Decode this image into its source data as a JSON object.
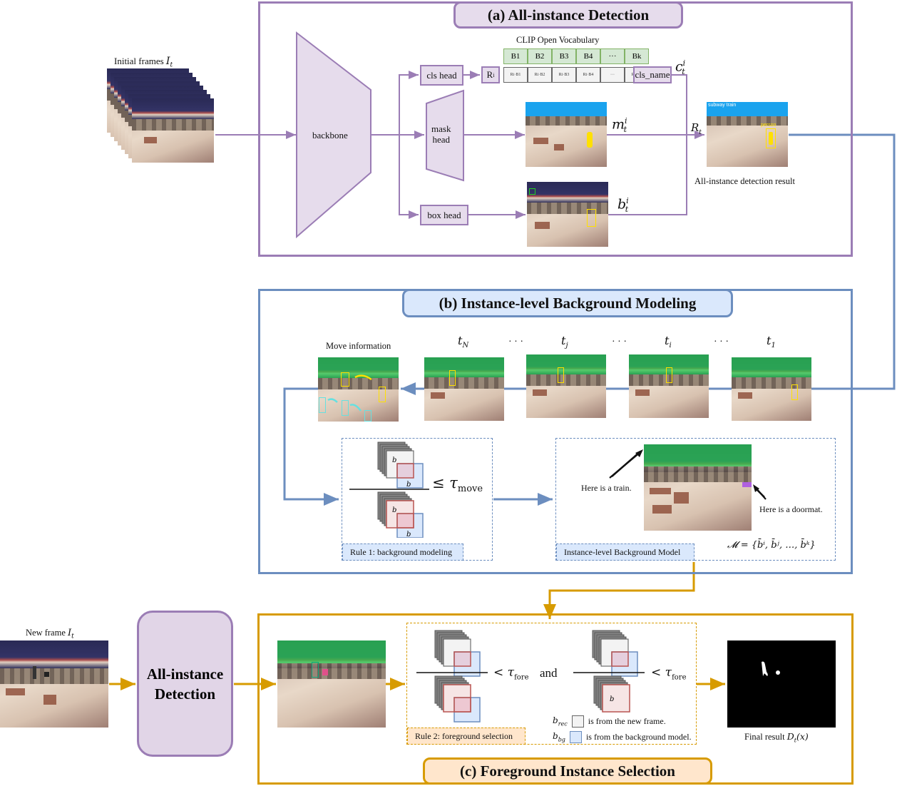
{
  "colors": {
    "panel_a": "#9b7db5",
    "panel_a_fill": "#e6dcec",
    "panel_b": "#6c8ebf",
    "panel_b_fill": "#dae8fc",
    "panel_c": "#d79b00",
    "panel_c_fill": "#ffe6cc",
    "vocab_green": "#82b366"
  },
  "panel_a": {
    "title": "(a) All-instance Detection",
    "initial_frames_label": "Initial frames",
    "initial_frames_symbol": "I",
    "initial_frames_sub": "t",
    "backbone": "backbone",
    "cls_head": "cls head",
    "mask_head_line1": "mask",
    "mask_head_line2": "head",
    "box_head": "box head",
    "ri": "R",
    "ri_sub": "i",
    "vocab_title": "CLIP Open Vocabulary",
    "vocab_top": [
      "B1",
      "B2",
      "B3",
      "B4",
      "···",
      "Bk"
    ],
    "vocab_bottom": [
      "Ri·B1",
      "Ri·B2",
      "Ri·B3",
      "Ri·B4",
      "···",
      "Ri·Bk"
    ],
    "cls_name": "cls_name",
    "c_label": "c",
    "m_label": "m",
    "b_label": "b",
    "r_label": "R",
    "sup_i": "i",
    "sub_t": "t",
    "result_caption": "All-instance detection result",
    "result_tags": [
      "subway train",
      "person"
    ]
  },
  "panel_b": {
    "title": "(b) Instance-level Background Modeling",
    "move_info": "Move information",
    "time_labels": [
      "t_N",
      "…",
      "t_j",
      "…",
      "t_i",
      "…",
      "t_1"
    ],
    "time_main": [
      "t",
      "t",
      "t",
      "t"
    ],
    "time_sub": [
      "N",
      "j",
      "i",
      "1"
    ],
    "ellipsis": "· · ·",
    "rule1_threshold": "≤ τ",
    "rule1_threshold_sub": "move",
    "rule1_tag": "Rule 1: background modeling",
    "bg_model_tag": "Instance-level Background Model",
    "train_note": "Here is a train.",
    "doormat_note": "Here is a doormat.",
    "model_formula": "𝓜 = {b̄ⁱ, b̄ʲ, …, b̄ᵏ}"
  },
  "panel_c": {
    "title": "(c) Foreground Instance Selection",
    "new_frame_label": "New frame",
    "new_frame_symbol": "I",
    "new_frame_sub": "t",
    "detect_box_line1": "All-instance",
    "detect_box_line2": "Detection",
    "threshold": "< τ",
    "threshold_sub": "fore",
    "and": "and",
    "legend_rec": "is from the new frame.",
    "legend_bg": "is from the background model.",
    "rec_label": "b",
    "rec_sub": "rec",
    "bg_sub": "bg",
    "rule2_tag": "Rule 2: foreground selection",
    "final_caption": "Final result",
    "final_symbol": "D",
    "final_sub": "t",
    "final_arg": "(x)"
  }
}
